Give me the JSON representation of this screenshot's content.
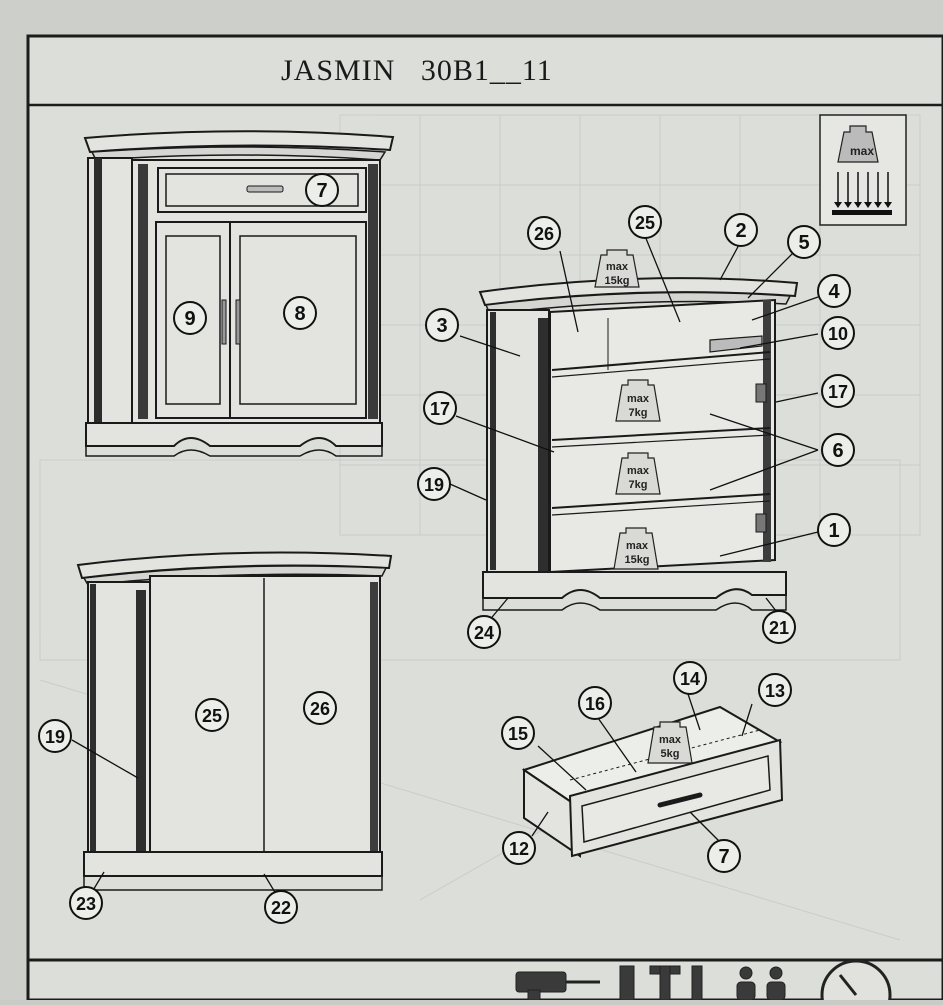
{
  "document": {
    "title": "JASMIN   30B1__11",
    "max_warning": "max"
  },
  "weight_labels": [
    {
      "id": "top",
      "label": "max",
      "value": "15kg"
    },
    {
      "id": "shelf-1",
      "label": "max",
      "value": "7kg"
    },
    {
      "id": "shelf-2",
      "label": "max",
      "value": "7kg"
    },
    {
      "id": "bottom",
      "label": "max",
      "value": "15kg"
    },
    {
      "id": "drawer",
      "label": "max",
      "value": "5kg"
    }
  ],
  "part_callouts": [
    {
      "id": "c7a",
      "label": "7"
    },
    {
      "id": "c9",
      "label": "9"
    },
    {
      "id": "c8",
      "label": "8"
    },
    {
      "id": "c26a",
      "label": "26"
    },
    {
      "id": "c25a",
      "label": "25"
    },
    {
      "id": "c2",
      "label": "2"
    },
    {
      "id": "c5",
      "label": "5"
    },
    {
      "id": "c4",
      "label": "4"
    },
    {
      "id": "c10",
      "label": "10"
    },
    {
      "id": "c3",
      "label": "3"
    },
    {
      "id": "c17a",
      "label": "17"
    },
    {
      "id": "c17b",
      "label": "17"
    },
    {
      "id": "c6",
      "label": "6"
    },
    {
      "id": "c19a",
      "label": "19"
    },
    {
      "id": "c1",
      "label": "1"
    },
    {
      "id": "c24",
      "label": "24"
    },
    {
      "id": "c21",
      "label": "21"
    },
    {
      "id": "c25b",
      "label": "25"
    },
    {
      "id": "c26b",
      "label": "26"
    },
    {
      "id": "c19b",
      "label": "19"
    },
    {
      "id": "c23",
      "label": "23"
    },
    {
      "id": "c22",
      "label": "22"
    },
    {
      "id": "c14",
      "label": "14"
    },
    {
      "id": "c13",
      "label": "13"
    },
    {
      "id": "c16",
      "label": "16"
    },
    {
      "id": "c15",
      "label": "15"
    },
    {
      "id": "c12",
      "label": "12"
    },
    {
      "id": "c7b",
      "label": "7"
    }
  ]
}
